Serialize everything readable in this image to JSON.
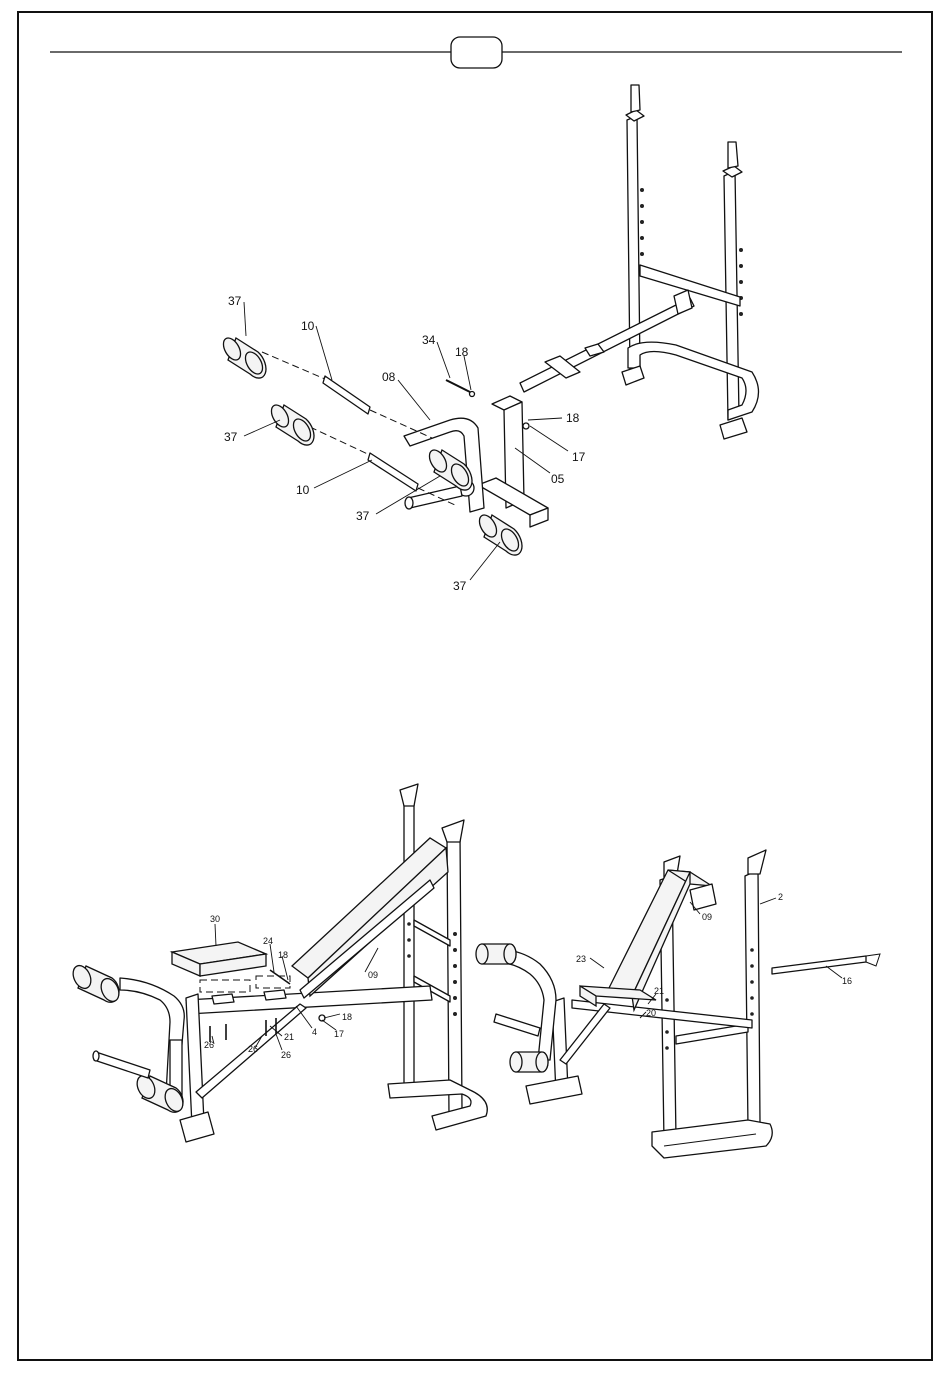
{
  "page_number": "",
  "figure_top": {
    "labels": {
      "p37a": "37",
      "p10a": "10",
      "p08": "08",
      "p34": "34",
      "p18a": "18",
      "p18b": "18",
      "p17": "17",
      "p05": "05",
      "p37b": "37",
      "p10b": "10",
      "p37c": "37",
      "p37d": "37"
    }
  },
  "figure_bottom_left": {
    "labels": {
      "p30": "30",
      "p24": "24",
      "p18a": "18",
      "p09": "09",
      "p18b": "18",
      "p17": "17",
      "p4": "4",
      "p21": "21",
      "p26a": "26",
      "p26b": "26",
      "p26c": "26"
    }
  },
  "figure_bottom_right": {
    "labels": {
      "p09": "09",
      "p2": "2",
      "p23": "23",
      "p21": "21",
      "p20": "20",
      "p16": "16"
    }
  }
}
